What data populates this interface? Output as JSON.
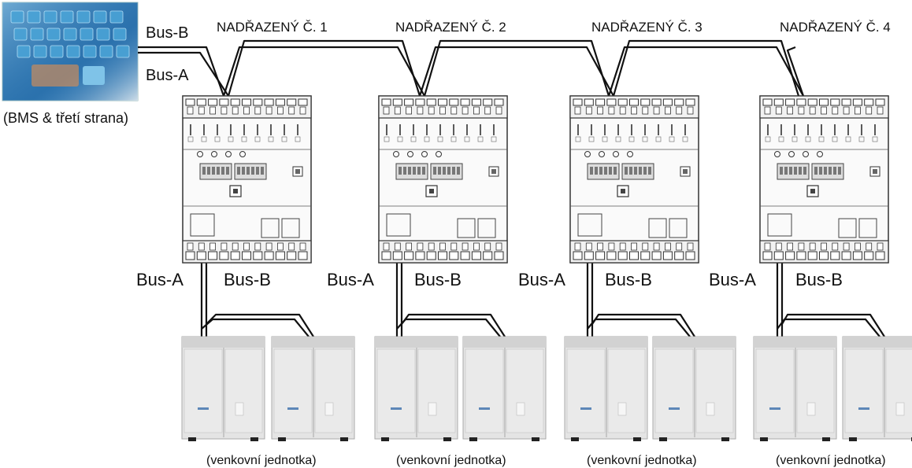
{
  "bms": {
    "image": "bms-keyboard-photo",
    "label": "(BMS & třetí strana)",
    "bus_b_label": "Bus-B",
    "bus_a_label": "Bus-A"
  },
  "controllers": [
    {
      "title": "NADŘAZENÝ Č. 1",
      "bus_a": "Bus-A",
      "bus_b": "Bus-B",
      "unit_label": "(venkovní jednotka)"
    },
    {
      "title": "NADŘAZENÝ Č. 2",
      "bus_a": "Bus-A",
      "bus_b": "Bus-B",
      "unit_label": "(venkovní jednotka)"
    },
    {
      "title": "NADŘAZENÝ Č. 3",
      "bus_a": "Bus-A",
      "bus_b": "Bus-B",
      "unit_label": "(venkovní jednotka)"
    },
    {
      "title": "NADŘAZENÝ Č. 4",
      "bus_a": "Bus-A",
      "bus_b": "Bus-B",
      "unit_label": "(venkovní jednotka)"
    }
  ],
  "colors": {
    "line": "#111111",
    "module_border": "#333333",
    "unit_face": "#e4e4e4",
    "screen": "#4aa3d6"
  }
}
